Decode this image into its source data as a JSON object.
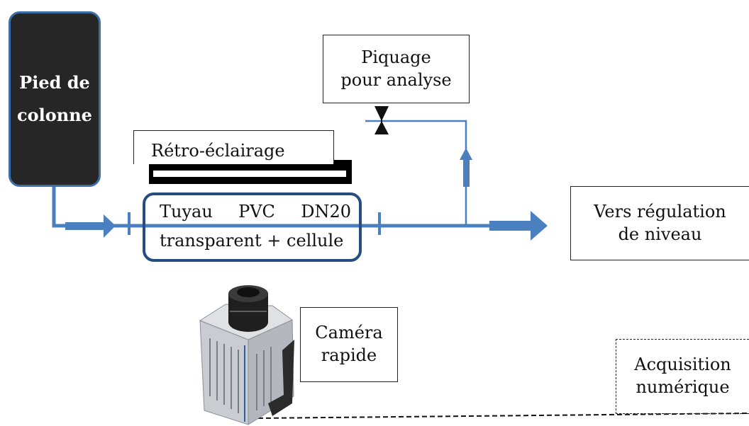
{
  "column": {
    "line1": "Pied de",
    "line2": "colonne"
  },
  "sampling": {
    "line1": "Piquage",
    "line2": "pour analyse"
  },
  "backlight": {
    "label": "Rétro-éclairage"
  },
  "pipe": {
    "word1": "Tuyau",
    "word2": "PVC",
    "word3": "DN20",
    "line2": "transparent + cellule"
  },
  "outlet": {
    "line1": "Vers régulation",
    "line2": "de niveau"
  },
  "camera": {
    "line1": "Caméra",
    "line2": "rapide"
  },
  "acquisition": {
    "line1": "Acquisition",
    "line2": "numérique"
  },
  "colors": {
    "pipe": "#4a7fc0",
    "column_fill": "#262626",
    "column_border": "#3a6ea5",
    "pipe_box_border": "#254e7f"
  }
}
